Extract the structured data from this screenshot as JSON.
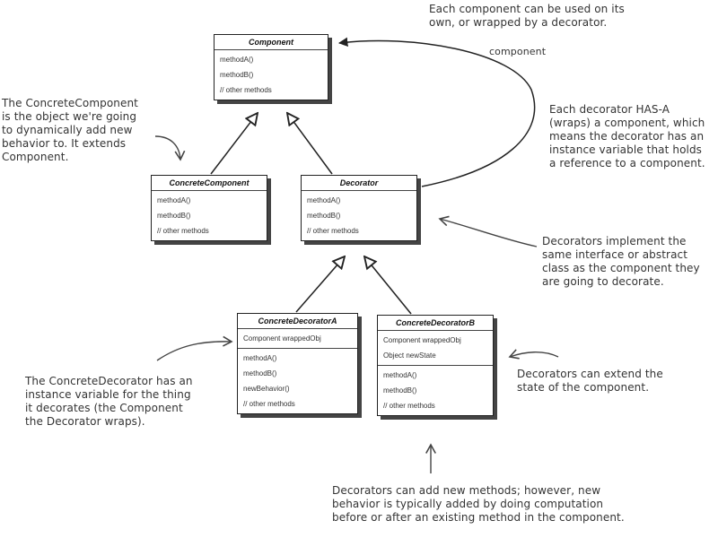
{
  "classes": {
    "component": {
      "name": "Component",
      "sections": [
        [
          "methodA()",
          "methodB()",
          "// other methods"
        ]
      ]
    },
    "concrete_component": {
      "name": "ConcreteComponent",
      "sections": [
        [
          "methodA()",
          "methodB()",
          "// other methods"
        ]
      ]
    },
    "decorator": {
      "name": "Decorator",
      "sections": [
        [
          "methodA()",
          "methodB()",
          "// other methods"
        ]
      ]
    },
    "concrete_decorator_a": {
      "name": "ConcreteDecoratorA",
      "sections": [
        [
          "Component wrappedObj"
        ],
        [
          "methodA()",
          "methodB()",
          "newBehavior()",
          "// other methods"
        ]
      ]
    },
    "concrete_decorator_b": {
      "name": "ConcreteDecoratorB",
      "sections": [
        [
          "Component wrappedObj",
          "Object newState"
        ],
        [
          "methodA()",
          "methodB()",
          "// other methods"
        ]
      ]
    }
  },
  "notes": {
    "top": "Each component can be used on its\nown, or wrapped by a decorator.",
    "top_label": "component",
    "left_concrete": "The ConcreteComponent\nis the object we're going\nto dynamically add new\nbehavior to. It extends\nComponent.",
    "has_a": "Each decorator HAS-A\n(wraps) a component, which\nmeans the decorator has an\ninstance variable that holds\na reference to a component.",
    "implement": "Decorators implement the\nsame interface or abstract\nclass as the component they\nare going to decorate.",
    "concrete_decorator": "The ConcreteDecorator has an\ninstance variable for the thing\nit decorates (the Component\nthe Decorator wraps).",
    "extend_state": "Decorators can extend the\nstate of the component.",
    "bottom": "Decorators can add new methods; however, new\nbehavior is typically added by doing computation\nbefore or after an existing method in the component."
  }
}
